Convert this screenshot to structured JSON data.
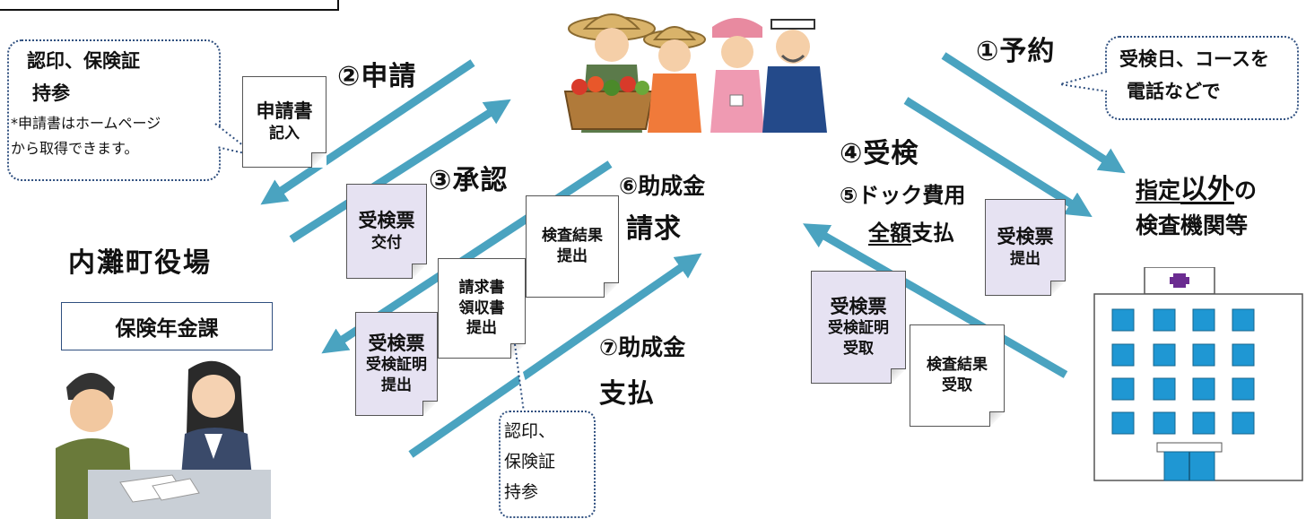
{
  "steps": {
    "s1": "①予約",
    "s2": "②申請",
    "s3": "③承認",
    "s4": "④受検",
    "s5_line1": "⑤ドック費用",
    "s5_line2_underlined": "全額",
    "s5_line2_rest": "支払",
    "s6_line1": "⑥助成金",
    "s6_line2": "請求",
    "s7_line1": "⑦助成金",
    "s7_line2": "支払"
  },
  "bubbles": {
    "left_line1": "認印、保険証",
    "left_line2": "持参",
    "left_note1": "*申請書はホームページ",
    "left_note2": "から取得できます。",
    "right_line1": "受検日、コースを",
    "right_line2": "電話などで",
    "bottom_line1": "認印、",
    "bottom_line2": "保険証",
    "bottom_line3": "持参"
  },
  "documents": {
    "application": {
      "title": "申請書",
      "sub": "記入"
    },
    "ticket_issue": {
      "title": "受検票",
      "sub": "交付"
    },
    "result_submit": {
      "line1": "検査結果",
      "line2": "提出"
    },
    "invoice": {
      "line1": "請求書",
      "line2": "領収書",
      "line3": "提出"
    },
    "ticket_cert_submit": {
      "title": "受検票",
      "line2": "受検証明",
      "line3": "提出"
    },
    "ticket_submit_right": {
      "title": "受検票",
      "sub": "提出"
    },
    "ticket_cert_receive": {
      "title": "受検票",
      "line2": "受検証明",
      "line3": "受取"
    },
    "result_receive": {
      "line1": "検査結果",
      "line2": "受取"
    }
  },
  "labels": {
    "town_office": "内灘町役場",
    "department": "保険年金課",
    "facility_line1_a": "指定",
    "facility_line1_b": "以外",
    "facility_line1_c": "の",
    "facility_line2": "検査機関等"
  },
  "colors": {
    "arrow": "#4aa3c0",
    "ticket_fill": "#e6e2f2",
    "hospital_window": "#1f97d3",
    "cross": "#6b2c91",
    "bubble_border": "#2f4f7f"
  },
  "icons": [
    "farmers-illustration",
    "office-staff-illustration",
    "hospital-building-icon"
  ]
}
